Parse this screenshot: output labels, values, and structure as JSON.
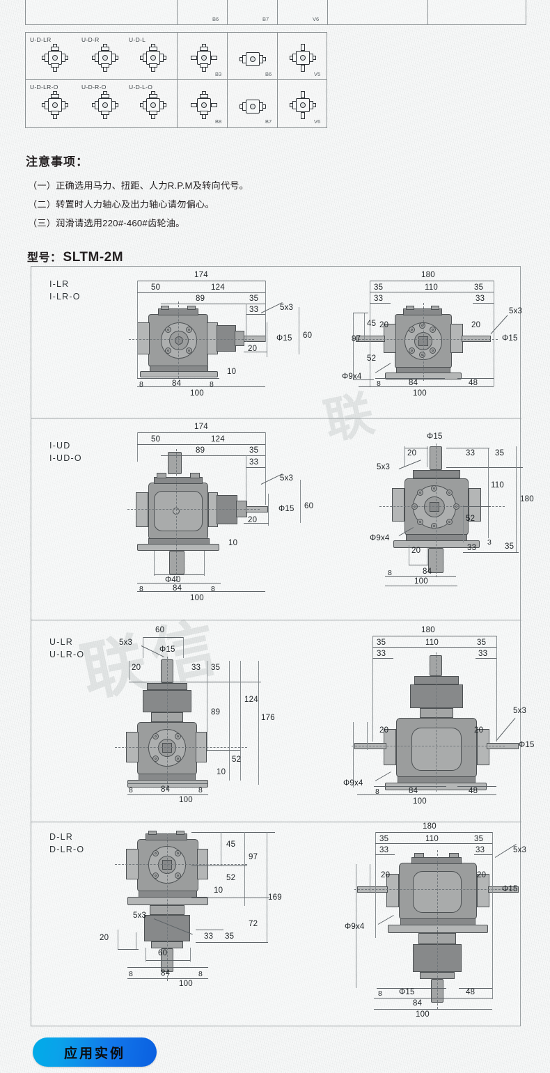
{
  "orientation_table": {
    "top_row_codes": [
      "B6",
      "B7",
      "V6"
    ],
    "rows": [
      {
        "mount_labels": [
          "U-D-LR",
          "U-D-R",
          "U-D-L"
        ],
        "codes": [
          "B3",
          "B6",
          "V5"
        ]
      },
      {
        "mount_labels": [
          "U-D-LR-O",
          "U-D-R-O",
          "U-D-L-O"
        ],
        "codes": [
          "B8",
          "B7",
          "V6"
        ]
      }
    ]
  },
  "notice": {
    "title": "注意事项：",
    "items": [
      "（一）正确选用马力、扭距、人力R.P.M及转向代号。",
      "（二）转置时人力轴心及出力轴心请勿偏心。",
      "（三）润滑请选用220#-460#齿轮油。"
    ]
  },
  "model": {
    "label": "型号：",
    "value": "SLTM-2M"
  },
  "drawings": [
    {
      "name_line1": "I-LR",
      "name_line2": "I-LR-O",
      "left_view": {
        "dims": [
          "174",
          "50",
          "124",
          "89",
          "35",
          "33",
          "5x3",
          "Φ15",
          "60",
          "20",
          "10",
          "8",
          "84",
          "8",
          "100"
        ]
      },
      "right_view": {
        "dims": [
          "180",
          "35",
          "110",
          "35",
          "33",
          "33",
          "45",
          "97",
          "52",
          "20",
          "20",
          "5x3",
          "Φ15",
          "Φ9x4",
          "8",
          "84",
          "48",
          "100"
        ]
      }
    },
    {
      "name_line1": "I-UD",
      "name_line2": "I-UD-O",
      "left_view": {
        "dims": [
          "174",
          "50",
          "124",
          "89",
          "35",
          "33",
          "5x3",
          "Φ15",
          "60",
          "20",
          "10",
          "Φ40",
          "8",
          "84",
          "8",
          "100"
        ]
      },
      "right_view": {
        "dims": [
          "Φ15",
          "20",
          "5x3",
          "33",
          "35",
          "110",
          "180",
          "52",
          "3",
          "33",
          "35",
          "Φ9x4",
          "20",
          "8",
          "84",
          "100"
        ]
      }
    },
    {
      "name_line1": "U-LR",
      "name_line2": "U-LR-O",
      "left_view": {
        "dims": [
          "60",
          "5x3",
          "Φ15",
          "20",
          "33",
          "35",
          "124",
          "176",
          "89",
          "52",
          "10",
          "8",
          "84",
          "8",
          "100"
        ]
      },
      "right_view": {
        "dims": [
          "180",
          "35",
          "110",
          "35",
          "33",
          "33",
          "20",
          "20",
          "5x3",
          "Φ15",
          "Φ9x4",
          "8",
          "84",
          "48",
          "100"
        ]
      }
    },
    {
      "name_line1": "D-LR",
      "name_line2": "D-LR-O",
      "left_view": {
        "dims": [
          "45",
          "97",
          "52",
          "10",
          "169",
          "72",
          "5x3",
          "20",
          "33",
          "35",
          "60",
          "8",
          "84",
          "8",
          "100"
        ]
      },
      "right_view": {
        "dims": [
          "180",
          "35",
          "110",
          "35",
          "33",
          "33",
          "5x3",
          "20",
          "20",
          "Φ15",
          "Φ9x4",
          "8",
          "Φ15",
          "84",
          "48",
          "100"
        ]
      }
    }
  ],
  "bottom_button": {
    "label": "应用实例",
    "gradient_from": "#00ace8",
    "gradient_to": "#0a5fe0"
  }
}
